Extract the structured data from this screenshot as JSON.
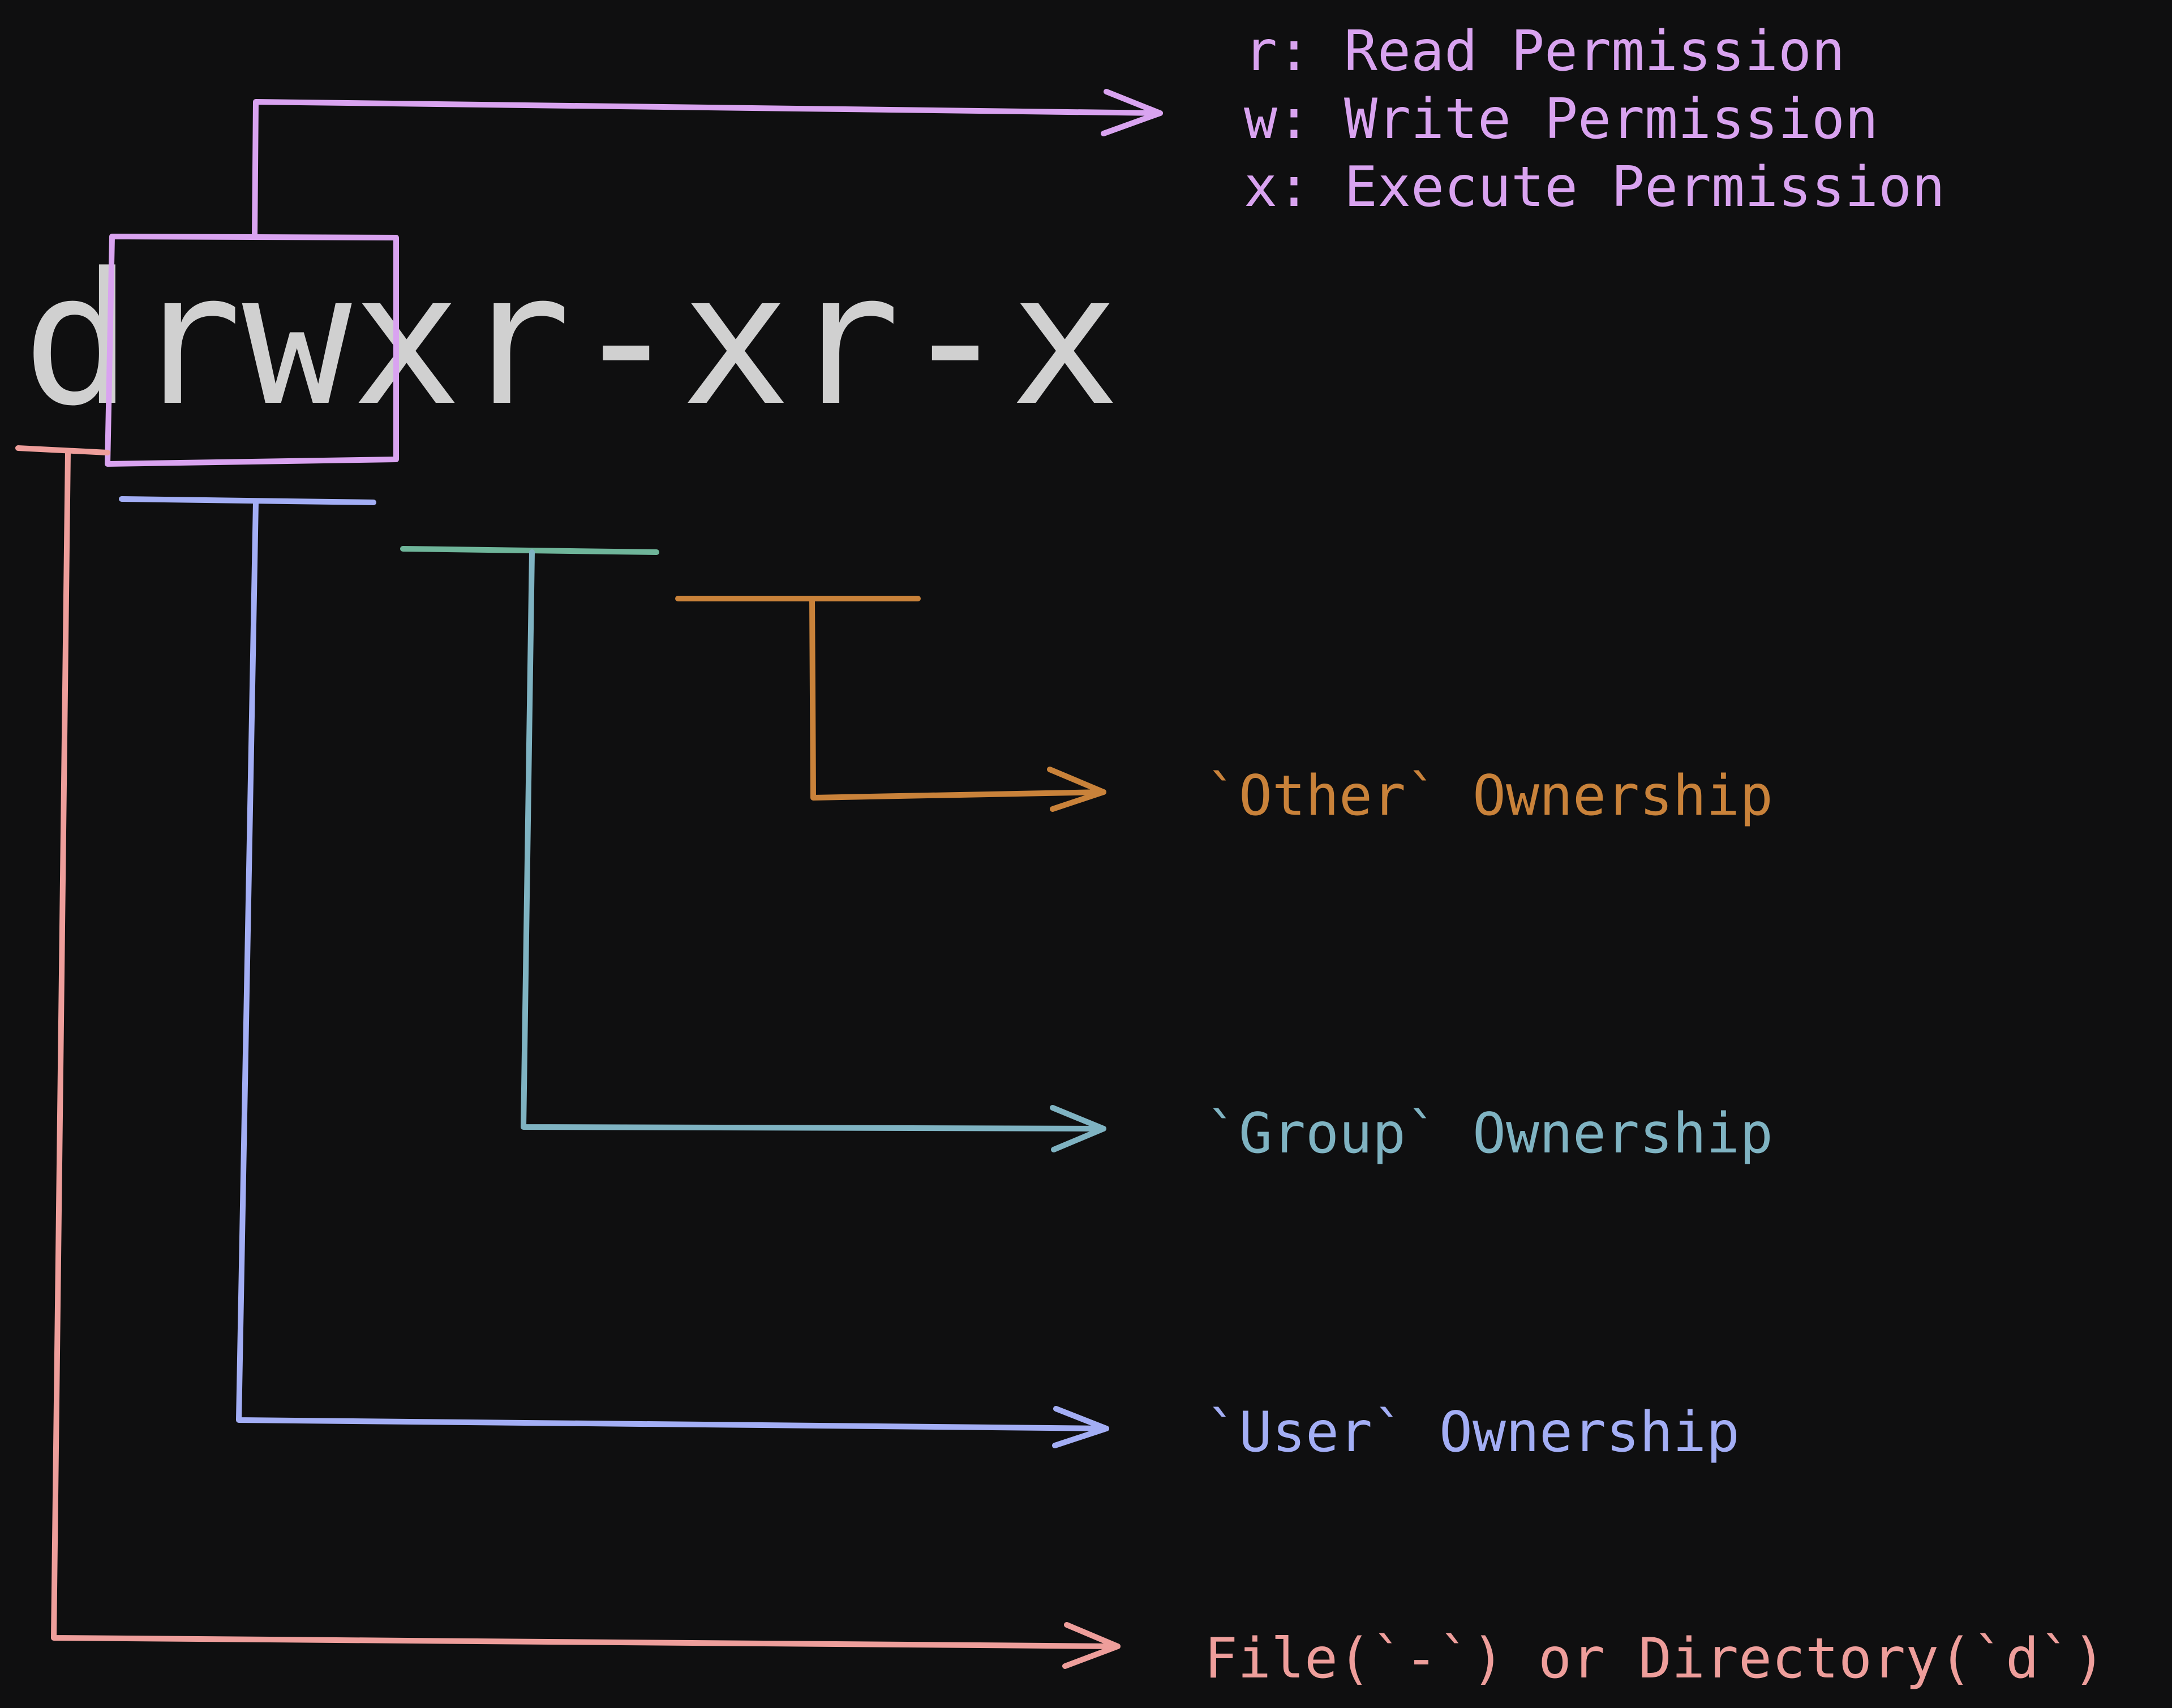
{
  "permission_string": "drwxr-xr-x",
  "permission_key": {
    "read": "r: Read Permission",
    "write": "w: Write Permission",
    "execute": "x: Execute Permission"
  },
  "labels": {
    "other": "`Other` Ownership",
    "group": "`Group` Ownership",
    "user": "`User` Ownership",
    "file_type": "File(`-`) or Directory(`d`)"
  },
  "colors": {
    "background": "#0f0f10",
    "permission_text": "#d0d0d0",
    "permission_key": "#d9a3f0",
    "other": "#c9823a",
    "group": "#7fb3c2",
    "user": "#a3aef5",
    "file_type": "#ee9e9b",
    "group_bar": "#6fb59a"
  }
}
